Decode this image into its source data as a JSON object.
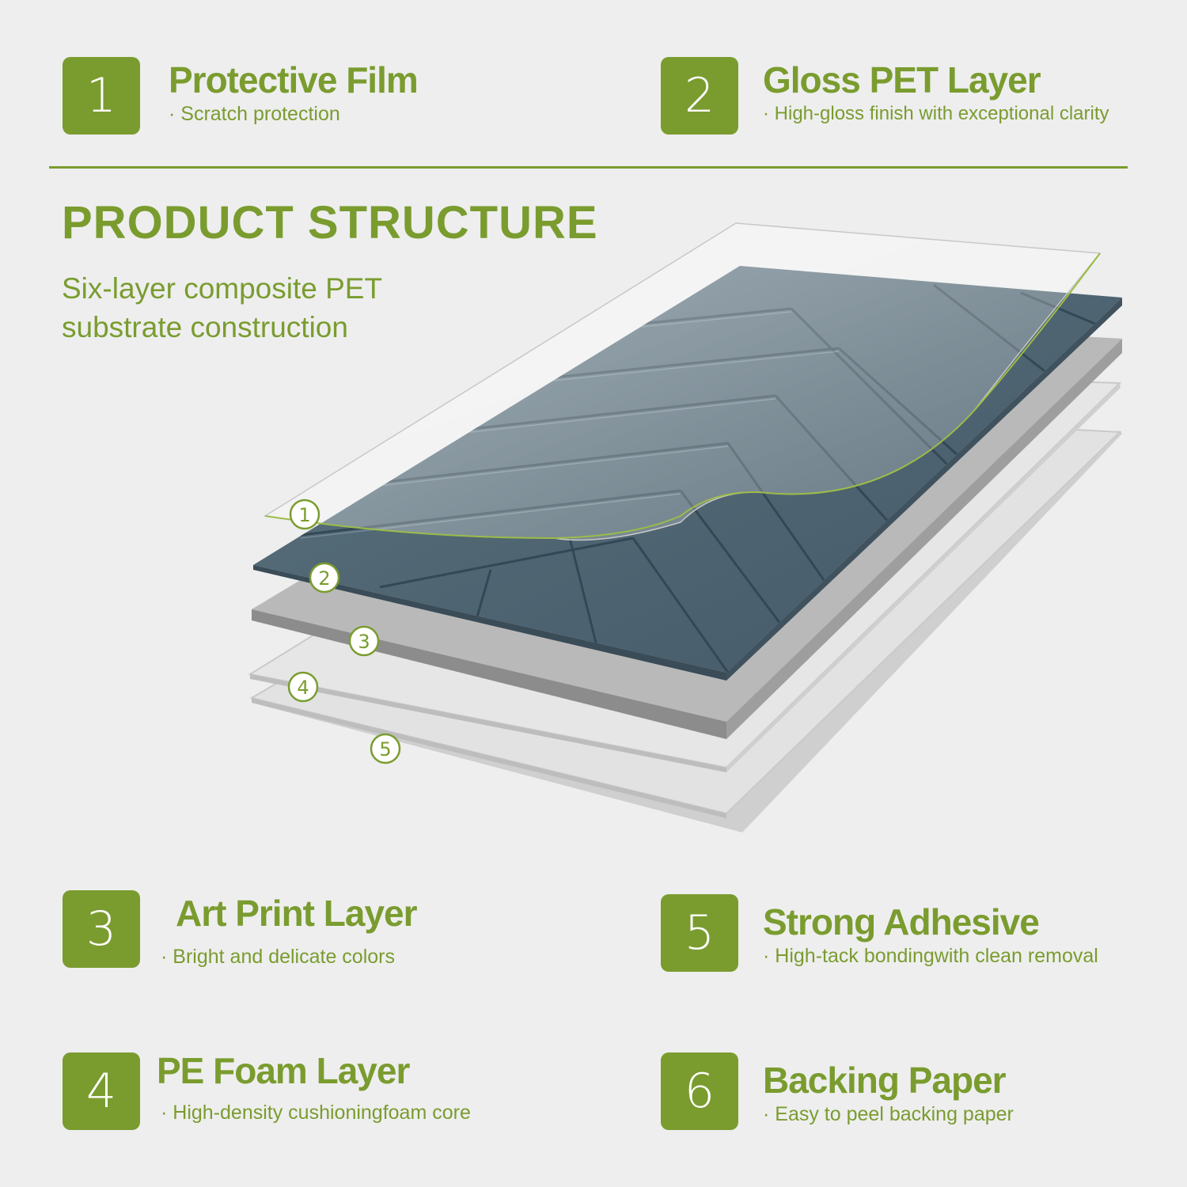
{
  "features": [
    {
      "number": "1",
      "title": "Protective Film",
      "subtitle": "Scratch protection"
    },
    {
      "number": "2",
      "title": "Gloss PET Layer",
      "subtitle": "High-gloss finish with exceptional clarity"
    },
    {
      "number": "3",
      "title": "Art Print Layer",
      "subtitle": "Bright and delicate colors"
    },
    {
      "number": "4",
      "title": "PE Foam Layer",
      "subtitle": "High-density cushioningfoam core"
    },
    {
      "number": "5",
      "title": "Strong Adhesive",
      "subtitle": "High-tack bondingwith clean removal"
    },
    {
      "number": "6",
      "title": "Backing Paper",
      "subtitle": "Easy to peel backing paper"
    }
  ],
  "heading": "PRODUCT STRUCTURE",
  "subheading": "Six-layer composite PET substrate construction",
  "diagram_markers": [
    "①",
    "②",
    "③",
    "④",
    "⑤"
  ],
  "colors": {
    "accent": "#7a9c2f",
    "background": "#eeeeee",
    "tile": "#4d6370",
    "foam": "#b7b7b7",
    "sheet": "#e4e4e4"
  }
}
